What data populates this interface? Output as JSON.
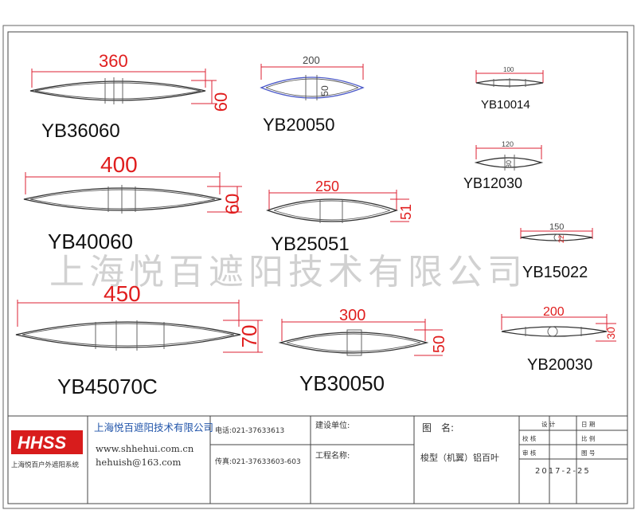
{
  "profiles": [
    {
      "code": "YB36060",
      "width": "360",
      "height": "60"
    },
    {
      "code": "YB20050",
      "width": "200",
      "height": "50"
    },
    {
      "code": "YB10014",
      "width": "100",
      "height": ""
    },
    {
      "code": "YB12030",
      "width": "120",
      "height": "30"
    },
    {
      "code": "YB40060",
      "width": "400",
      "height": "60"
    },
    {
      "code": "YB25051",
      "width": "250",
      "height": "51"
    },
    {
      "code": "YB15022",
      "width": "150",
      "height": "22"
    },
    {
      "code": "YB45070C",
      "width": "450",
      "height": "70"
    },
    {
      "code": "YB30050",
      "width": "300",
      "height": "50"
    },
    {
      "code": "YB20030",
      "width": "200",
      "height": "30"
    }
  ],
  "watermark": "上海悦百遮阳技术有限公司",
  "title_block": {
    "logo_text": "HHSS",
    "logo_caption": "上海悦百户外遮阳系统",
    "company": "上海悦百遮阳技术有限公司",
    "website": "www.shhehui.com.cn",
    "email": "hehuish@163.com",
    "phone": "电话:021-37633613",
    "fax": "传真:021-37633603-603",
    "build_unit_label": "建设单位:",
    "project_label": "工程名称:",
    "drawing_name_label": "图　名:",
    "drawing_name": "梭型（机翼）铝百叶",
    "drawn_by_label": "设  计",
    "date_label": "日 期",
    "check_label": "校 核",
    "scale_label": "比 例",
    "review_label": "审 核",
    "drawing_no_label": "图 号",
    "date_value": "2017-2-25"
  }
}
